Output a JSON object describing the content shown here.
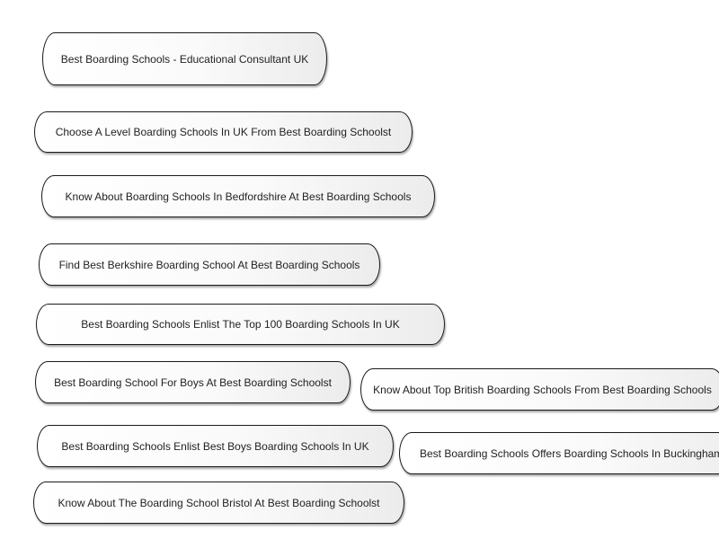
{
  "links": [
    {
      "id": "b1",
      "name": "link-educational-consultant-uk",
      "label": "Best Boarding Schools - Educational Consultant UK"
    },
    {
      "id": "b2",
      "name": "link-a-level-boarding-schools",
      "label": "Choose A Level Boarding Schools In UK From Best Boarding Schoolst"
    },
    {
      "id": "b3",
      "name": "link-bedfordshire-boarding-schools",
      "label": "Know About Boarding Schools In Bedfordshire At Best Boarding Schools"
    },
    {
      "id": "b4",
      "name": "link-berkshire-boarding-school",
      "label": "Find Best Berkshire Boarding School At Best Boarding Schools"
    },
    {
      "id": "b5",
      "name": "link-top-100-boarding-schools",
      "label": "Best Boarding Schools Enlist The Top 100 Boarding Schools In UK"
    },
    {
      "id": "b6",
      "name": "link-boarding-school-for-boys",
      "label": "Best Boarding School For Boys At Best Boarding Schoolst"
    },
    {
      "id": "b7",
      "name": "link-top-british-boarding-schools",
      "label": "Know About Top British Boarding Schools From Best Boarding Schools"
    },
    {
      "id": "b8",
      "name": "link-best-boys-boarding-schools",
      "label": "Best Boarding Schools Enlist Best Boys Boarding Schools In UK"
    },
    {
      "id": "b9",
      "name": "link-buckinghamshire-boarding-schools",
      "label": "Best Boarding Schools Offers Boarding Schools In Buckinghamshire"
    },
    {
      "id": "b10",
      "name": "link-boarding-school-bristol",
      "label": "Know About The Boarding School Bristol At Best Boarding Schoolst"
    }
  ]
}
